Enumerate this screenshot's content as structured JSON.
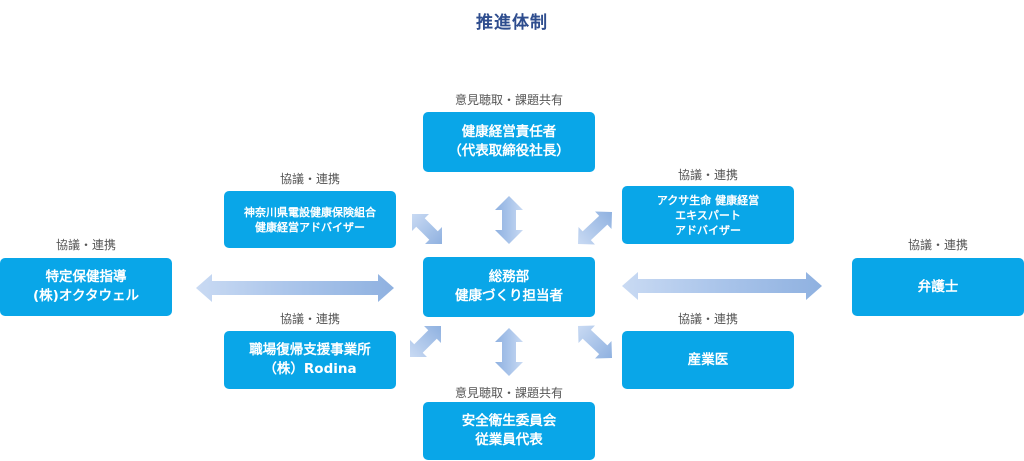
{
  "title": "推進体制",
  "center": {
    "line1": "総務部",
    "line2": "健康づくり担当者"
  },
  "top": {
    "caption": "意見聴取・課題共有",
    "line1": "健康経営責任者",
    "line2": "（代表取締役社長）"
  },
  "bottom": {
    "caption": "意見聴取・課題共有",
    "line1": "安全衛生委員会",
    "line2": "従業員代表"
  },
  "upper_left": {
    "caption": "協議・連携",
    "line1": "神奈川県電設健康保険組合",
    "line2": "健康経営アドバイザー"
  },
  "lower_left": {
    "caption": "協議・連携",
    "line1": "職場復帰支援事業所",
    "line2": "（株）Rodina"
  },
  "far_left": {
    "caption": "協議・連携",
    "line1": "特定保健指導",
    "line2": "(株)オクタウェル"
  },
  "upper_right": {
    "caption": "協議・連携",
    "line1": "アクサ生命 健康経営",
    "line2": "エキスパート",
    "line3": "アドバイザー"
  },
  "lower_right": {
    "caption": "協議・連携",
    "line1": "産業医"
  },
  "far_right": {
    "caption": "協議・連携",
    "line1": "弁護士"
  },
  "colors": {
    "box": "#09A6E8",
    "title": "#2E4D8E",
    "arrow_light": "#C9DAF3",
    "arrow_dark": "#8FB1E0",
    "caption": "#555555"
  }
}
